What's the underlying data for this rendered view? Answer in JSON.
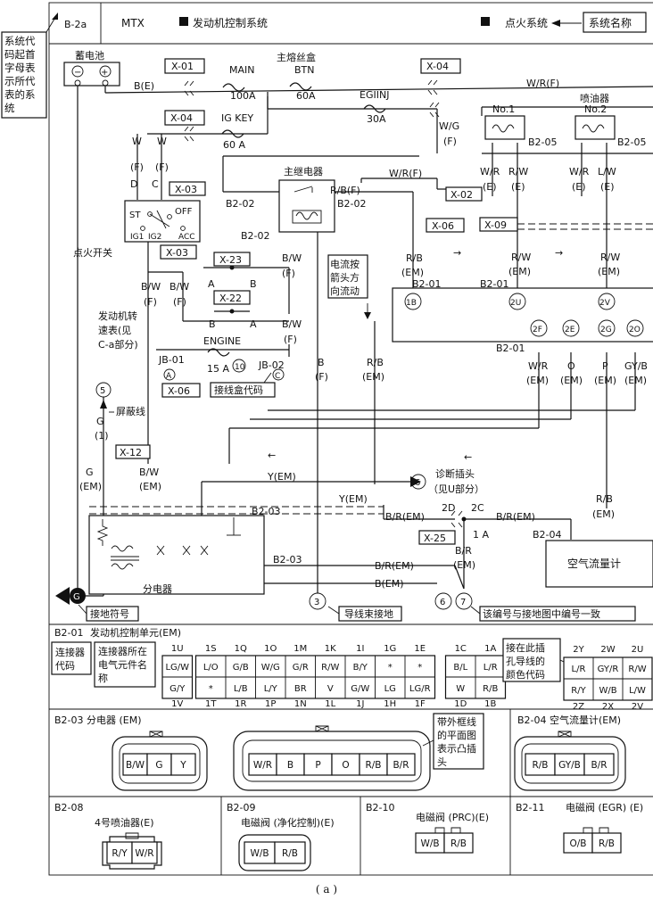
{
  "header": {
    "page_code": "B-2a",
    "trans": "MTX",
    "system_left": "发动机控制系统",
    "system_right": "点火系统",
    "tag_system_name": "系统名称"
  },
  "notes": {
    "system_code": [
      "系统代",
      "码起首",
      "字母表",
      "示所代",
      "表的系",
      "统"
    ],
    "current_dir": [
      "电流按",
      "箭头方",
      "向流动"
    ],
    "jb_code": "接线盒代码",
    "shield": "屏蔽线",
    "tach": [
      "发动机转",
      "速表(见",
      "C-a部分)"
    ],
    "diag_plug": [
      "诊断插头",
      "（见U部分）"
    ],
    "harness_ground": "导线束接地",
    "same_as_ground": "该编号与接地图中编号一致",
    "ground_symbol": "接地符号",
    "connector_code": [
      "连接器",
      "代码"
    ],
    "component_name": [
      "连接器所在",
      "电气元件名",
      "称"
    ],
    "pin_wire_color": [
      "接在此插",
      "孔导线的",
      "颜色代码"
    ],
    "plan_view": [
      "带外框线",
      "的平面图",
      "表示凸插",
      "头"
    ]
  },
  "labels": {
    "battery": "蓄电池",
    "fuse_box": "主熔丝盒",
    "main": "MAIN",
    "main_a": "100A",
    "btn": "BTN",
    "btn_a": "60A",
    "egiinj": "EGIINJ",
    "egiinj_a": "30A",
    "igkey": "IG KEY",
    "igkey_a": "60 A",
    "injector": "喷油器",
    "no1": "No.1",
    "no2": "No.2",
    "relay": "主继电器",
    "ign_switch": "点火开关",
    "st": "ST",
    "off": "OFF",
    "ig1": "IG1",
    "ig2": "IG2",
    "acc": "ACC",
    "engine": "ENGINE",
    "engine_a": "15 A",
    "distributor": "分电器",
    "afm": "空气流量计",
    "jb01": "JB-01",
    "jb02": "JB-02"
  },
  "connectors": {
    "x01": "X-01",
    "x02": "X-02",
    "x03": "X-03",
    "x04": "X-04",
    "x06": "X-06",
    "x09": "X-09",
    "x12": "X-12",
    "x22": "X-22",
    "x23": "X-23",
    "x25": "X-25",
    "b202": "B2-02",
    "b201": "B2-01",
    "b203": "B2-03",
    "b204": "B2-04",
    "b205": "B2-05"
  },
  "wires": {
    "be": "B(E)",
    "wrf": "W/R(F)",
    "w": "W",
    "f": "(F)",
    "e": "(E)",
    "em": "(EM)",
    "wg": "W/G",
    "wr": "W/R",
    "rw": "R/W",
    "lw": "L/W",
    "rb": "R/B",
    "rbf": "R/B(F)",
    "bw": "B/W",
    "b": "B",
    "g": "G",
    "g1": "(1)",
    "o": "O",
    "p": "P",
    "gyb": "GY/B",
    "yem": "Y(EM)",
    "brem": "B/R(EM)",
    "br": "B/R",
    "bem": "B(EM)",
    "one_a": "1 A",
    "a": "A",
    "bb": "B",
    "c": "C",
    "d": "D",
    "twoc": "2C",
    "twod": "2D"
  },
  "pins": {
    "p1b": "1B",
    "p2u": "2U",
    "p2v": "2V",
    "p2f": "2F",
    "p2e": "2E",
    "p2g": "2G",
    "p2o": "2O",
    "n5": "5",
    "n10": "10",
    "n3": "3",
    "n6": "6",
    "n7": "7",
    "ga": "A",
    "gc": "C",
    "gg": "G",
    "n6b": "6"
  },
  "ecu": {
    "code": "B2-01",
    "name": "发动机控制单元(EM)",
    "top_nums": [
      "1U",
      "1S",
      "1Q",
      "1O",
      "1M",
      "1K",
      "1I",
      "1G",
      "1E",
      "1C",
      "1A"
    ],
    "row1": [
      "LG/W",
      "L/O",
      "G/B",
      "W/G",
      "G/R",
      "R/W",
      "B/Y",
      "*",
      "*",
      "B/L",
      "L/R"
    ],
    "row2": [
      "G/Y",
      "*",
      "L/B",
      "L/Y",
      "BR",
      "V",
      "G/W",
      "LG",
      "LG/R",
      "W",
      "R/B"
    ],
    "bottom_nums": [
      "1V",
      "1T",
      "1R",
      "1P",
      "1N",
      "1L",
      "1J",
      "1H",
      "1F",
      "1D",
      "1B"
    ],
    "right_top": [
      "2Y",
      "2W",
      "2U"
    ],
    "right_row1": [
      "L/R",
      "GY/R",
      "R/W"
    ],
    "right_row2": [
      "R/Y",
      "W/B",
      "L/W"
    ],
    "right_bottom": [
      "2Z",
      "2X",
      "2V"
    ]
  },
  "plugs": {
    "b203_title": "B2-03  分电器 (EM)",
    "b203_a": [
      "B/W",
      "G",
      "Y"
    ],
    "b203_b": [
      "W/R",
      "B",
      "P",
      "O",
      "R/B",
      "B/R"
    ],
    "b204_title": "B2-04 空气流量计(EM)",
    "b204": [
      "R/B",
      "GY/B",
      "B/R"
    ],
    "b208_code": "B2-08",
    "b208_name": "4号喷油器(E)",
    "b208": [
      "R/Y",
      "W/R"
    ],
    "b209_code": "B2-09",
    "b209_name": "电磁阀 (净化控制)(E)",
    "b209": [
      "W/B",
      "R/B"
    ],
    "b210_code": "B2-10",
    "b210_name": "电磁阀 (PRC)(E)",
    "b210": [
      "W/B",
      "R/B"
    ],
    "b211_code": "B2-11",
    "b211_name": "电磁阀 (EGR) (E)",
    "b211": [
      "O/B",
      "R/B"
    ]
  },
  "caption": "( a )"
}
